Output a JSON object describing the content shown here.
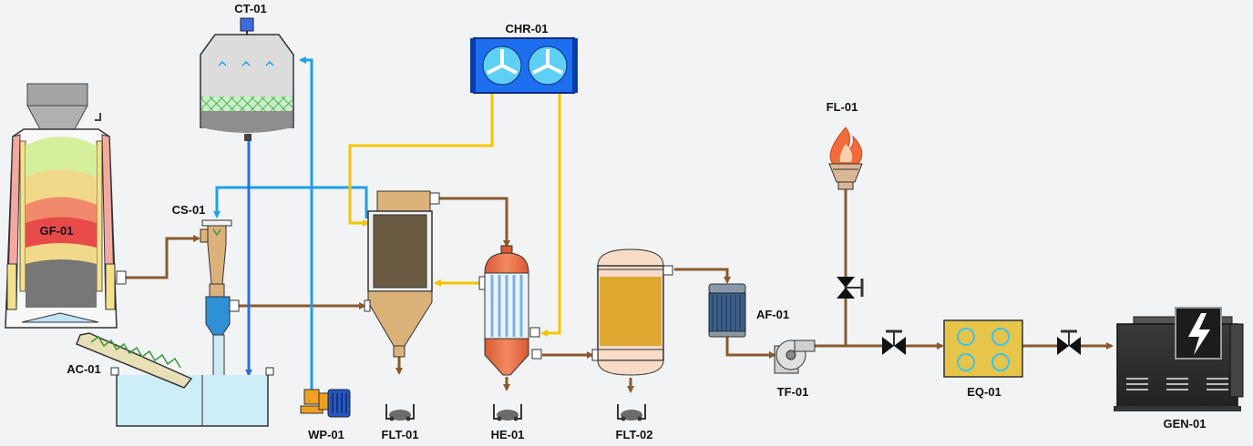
{
  "labels": {
    "gf": "GF-01",
    "ct": "CT-01",
    "cs": "CS-01",
    "ac": "AC-01",
    "wp": "WP-01",
    "chr": "CHR-01",
    "flt1": "FLT-01",
    "he": "HE-01",
    "flt2": "FLT-02",
    "af": "AF-01",
    "fl": "FL-01",
    "tf": "TF-01",
    "eq": "EQ-01",
    "gen": "GEN-01"
  },
  "colors": {
    "background": "#f2f3f5",
    "gas_pipe": "#8b5a2b",
    "cooling_water_pipe": "#1ea0e6",
    "chilled_water_pipe": "#f5c400",
    "return_water_pipe": "#2f6fe0",
    "chiller": "#1e6ff0",
    "flame": "#f26b3a",
    "equalizer": "#e6c54a",
    "generator": "#2c2c2c"
  },
  "icons": {
    "gf": "gasifier-icon",
    "ct": "cooling-tower-icon",
    "cs": "cyclone-separator-icon",
    "ac": "auger-conveyor-icon",
    "wp": "water-pump-icon",
    "chr": "chiller-icon",
    "flt": "filter-tank-icon",
    "he": "heat-exchanger-icon",
    "af": "air-filter-icon",
    "fl": "flare-icon",
    "tf": "turbo-fan-icon",
    "eq": "equalizer-icon",
    "gen": "generator-icon"
  }
}
